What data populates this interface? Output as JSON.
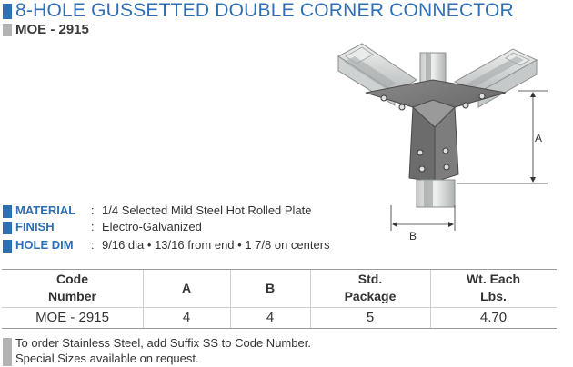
{
  "header": {
    "title": "8-HOLE GUSSETTED DOUBLE CORNER CONNECTOR",
    "part_number": "MOE - 2915"
  },
  "illustration": {
    "dim_a_label": "A",
    "dim_b_label": "B"
  },
  "specs": {
    "material": {
      "label": "MATERIAL",
      "colon": ":",
      "frac": "1/4",
      "text": " Selected Mild Steel Hot Rolled Plate"
    },
    "finish": {
      "label": "FINISH",
      "colon": ":",
      "text": "Electro-Galvanized"
    },
    "hole_dim": {
      "label": "HOLE DIM",
      "colon": ":",
      "frac1": "9/16",
      "text1": " dia • ",
      "frac2": "13/16",
      "text2": " from end • ",
      "whole3": "1",
      "frac3": "7/8",
      "text3": " on centers"
    }
  },
  "table": {
    "headers": {
      "code": [
        "Code",
        "Number"
      ],
      "a": "A",
      "b": "B",
      "pkg": [
        "Std.",
        "Package"
      ],
      "wt": [
        "Wt. Each",
        "Lbs."
      ]
    },
    "row": {
      "code": "MOE - 2915",
      "a": "4",
      "b": "4",
      "pkg": "5",
      "wt": "4.70"
    }
  },
  "notes": [
    "To order Stainless Steel, add Suffix SS to Code Number.",
    "Special Sizes available on request."
  ],
  "colors": {
    "accent": "#2f6fb5",
    "muted_bar": "#b3b3b3",
    "text": "#333333"
  }
}
